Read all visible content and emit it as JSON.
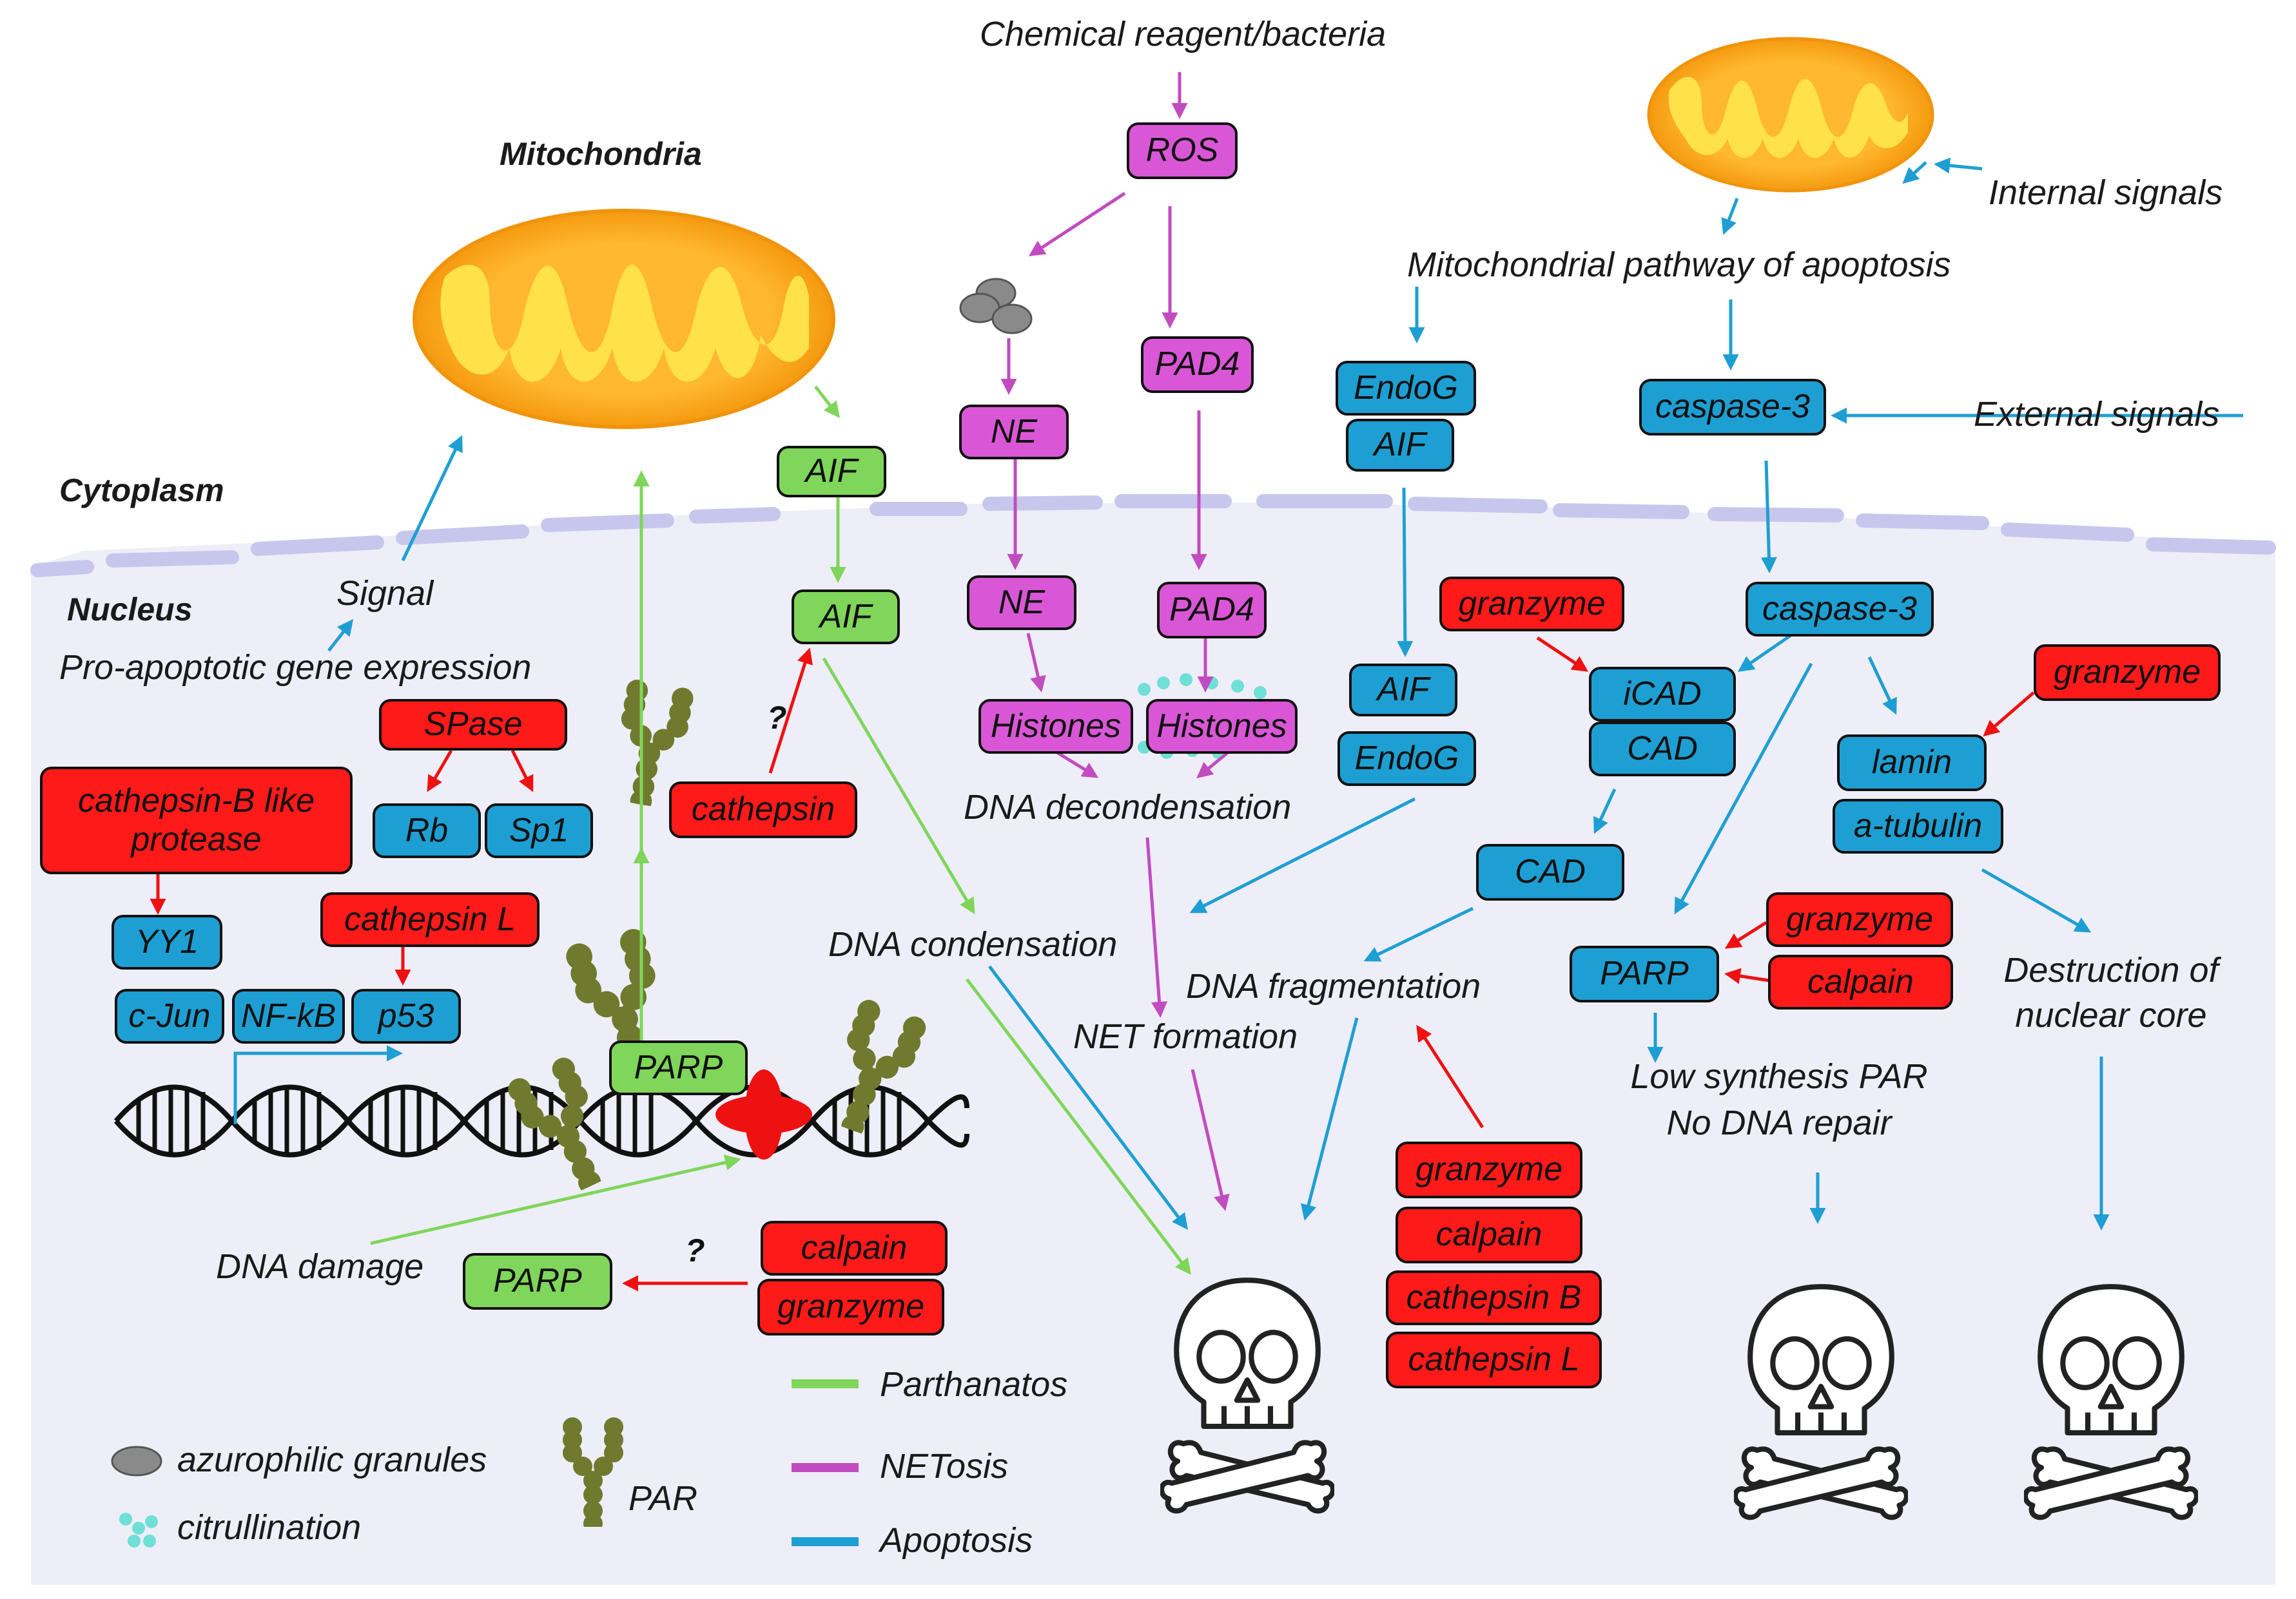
{
  "colors": {
    "parthanatos": "#7fd65a",
    "netosis": "#d957d6",
    "apoptosis": "#1e9fd3",
    "protease": "#ff1a1a",
    "nucleus": "#eeeef9",
    "membrane": "#c8c8f0"
  },
  "regions": {
    "mitochondria": "Mitochondria",
    "cytoplasm": "Cytoplasm",
    "nucleus": "Nucleus"
  },
  "parthanatos": {
    "aif_cyto": "AIF",
    "aif_nuc": "AIF",
    "signal": "Signal",
    "gene_expression": "Pro-apoptotic gene expression",
    "spase": "SPase",
    "rb": "Rb",
    "sp1": "Sp1",
    "cathepsin_b_like": "cathepsin-B like protease",
    "yy1": "YY1",
    "cjun": "c-Jun",
    "nfkb": "NF-kB",
    "p53": "p53",
    "cathepsin_l": "cathepsin L",
    "cathepsin": "cathepsin",
    "question": "?",
    "parp_dna": "PARP",
    "dna_damage": "DNA damage",
    "parp_bottom": "PARP",
    "question2": "?",
    "calpain": "calpain",
    "granzyme": "granzyme",
    "dna_condensation": "DNA condensation"
  },
  "netosis": {
    "trigger": "Chemical reagent/bacteria",
    "ros": "ROS",
    "ne1": "NE",
    "ne2": "NE",
    "pad4_1": "PAD4",
    "pad4_2": "PAD4",
    "histones1": "Histones",
    "histones2": "Histones",
    "dna_decondensation": "DNA decondensation",
    "net_formation": "NET formation"
  },
  "apoptosis": {
    "internal_signals": "Internal signals",
    "mito_pathway": "Mitochondrial pathway of apoptosis",
    "external_signals": "External signals",
    "endog1": "EndoG",
    "aif1": "AIF",
    "aif2": "AIF",
    "endog2": "EndoG",
    "caspase3_cyto": "caspase-3",
    "caspase3_nuc": "caspase-3",
    "granzyme_icad": "granzyme",
    "icad": "iCAD",
    "cad1": "CAD",
    "cad2": "CAD",
    "dna_fragmentation": "DNA fragmentation",
    "granzyme_lamin": "granzyme",
    "lamin": "lamin",
    "tubulin": "a-tubulin",
    "granzyme_parp": "granzyme",
    "calpain_parp": "calpain",
    "parp": "PARP",
    "low_synthesis": "Low synthesis PAR",
    "no_repair": "No DNA repair",
    "destruction1": "Destruction of",
    "destruction2": "nuclear core",
    "stack": [
      "granzyme",
      "calpain",
      "cathepsin B",
      "cathepsin L"
    ]
  },
  "legend": {
    "granules": "azurophilic granules",
    "citrullination": "citrullination",
    "par": "PAR",
    "parthanatos": "Parthanatos",
    "netosis": "NETosis",
    "apoptosis": "Apoptosis"
  }
}
